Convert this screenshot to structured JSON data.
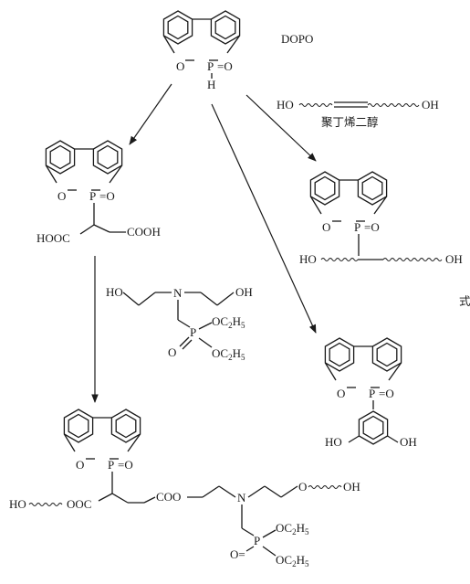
{
  "labels": {
    "dopo_name": "DOPO",
    "polybutadiene_diol": "聚丁烯二醇",
    "edge_char": "式"
  },
  "atoms": {
    "O": "O",
    "P": "P",
    "H": "H",
    "N": "N",
    "HO": "HO",
    "OH": "OH",
    "eq_O": "=O",
    "O_eq": "O="
  },
  "groups": {
    "HOOC": "HOOC",
    "COOH": "COOH",
    "OOC": "OOC",
    "COO": "COO",
    "OC2H5_main": "OC",
    "OC2H5_sub": "2",
    "OC2H5_tail": "H",
    "OC2H5_sub2": "5"
  }
}
